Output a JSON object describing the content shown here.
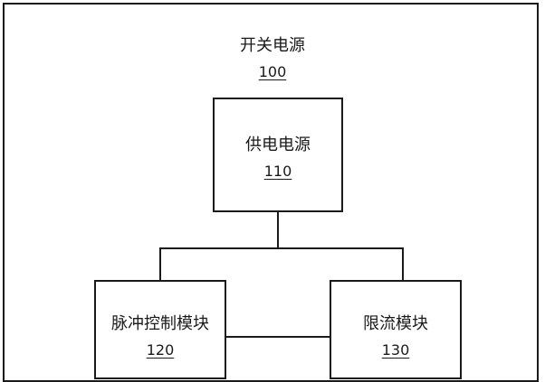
{
  "diagram": {
    "container": {
      "title": "开关电源",
      "ref": "100"
    },
    "supply": {
      "title": "供电电源",
      "ref": "110"
    },
    "pulse_control": {
      "title": "脉冲控制模块",
      "ref": "120"
    },
    "current_limit": {
      "title": "限流模块",
      "ref": "130"
    }
  }
}
